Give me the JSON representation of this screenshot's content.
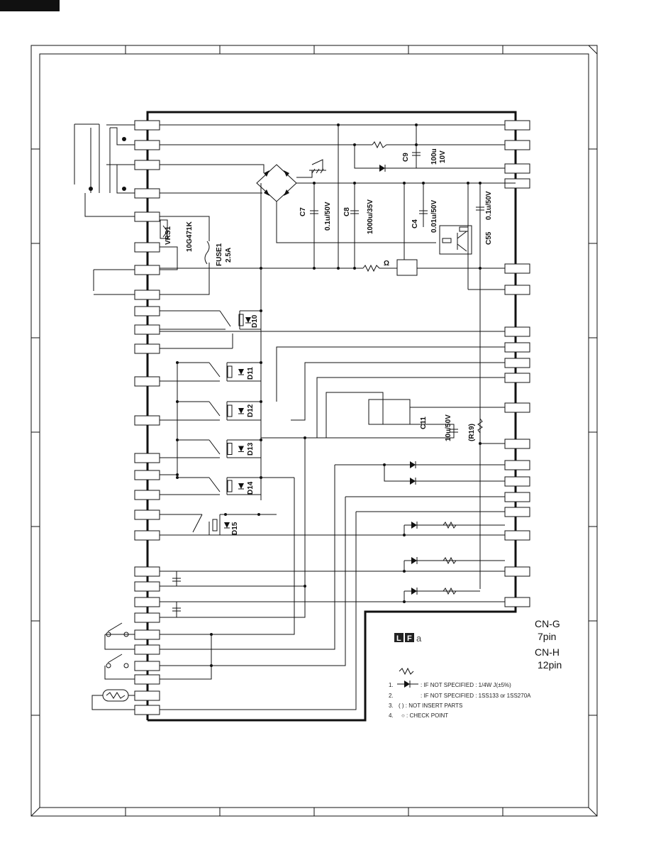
{
  "components": {
    "vrs1": "VRS1",
    "vrs1_value": "10G471K",
    "fuse1": "FUSE1",
    "fuse1_value": "2.5A",
    "c7": "C7",
    "c7_value": "0.1u/50V",
    "c8": "C8",
    "c8_value": "1000u/35V",
    "c9": "C9",
    "c9_value_a": "100u",
    "c9_value_b": "10V",
    "c4": "C4",
    "c4_value": "0.01u/50V",
    "c55": "C55",
    "c55_value": "0.1u/50V",
    "c11": "C11",
    "c11_value": "10u/50V",
    "r19": "(R19)",
    "d10": "D10",
    "d11": "D11",
    "d12": "D12",
    "d13": "D13",
    "d14": "D14",
    "d15": "D15",
    "reg_pin": "Ω"
  },
  "connectors": {
    "cn_g": "CN-G",
    "cn_g_pins": "7pin",
    "cn_h": "CN-H",
    "cn_h_pins": "12pin"
  },
  "logo": {
    "l": "L",
    "f": "F",
    "a": "a"
  },
  "notes": [
    {
      "num": "1.",
      "text": ": IF NOT SPECIFIED : 1/4W J(±5%)"
    },
    {
      "num": "2.",
      "text": ": IF NOT SPECIFIED : 1SS133 or 1SS270A"
    },
    {
      "num": "3.",
      "text": "(      ) : NOT INSERT PARTS"
    },
    {
      "num": "4.",
      "text": "○ : CHECK POINT"
    }
  ]
}
